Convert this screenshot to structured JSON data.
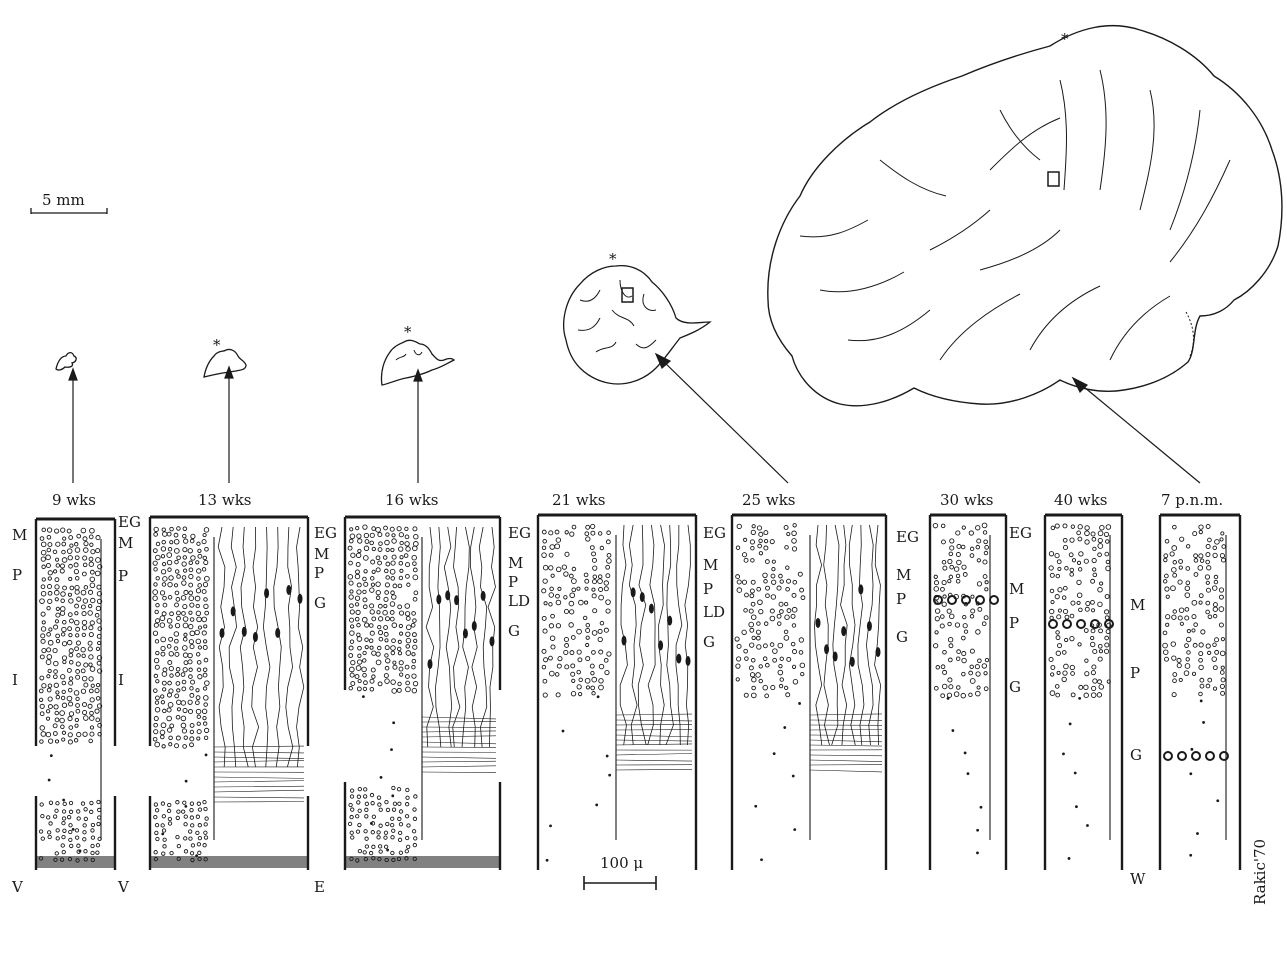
{
  "scale_bars": {
    "top": "5 mm",
    "bottom": "100 μ"
  },
  "signature": "Rakic'70",
  "asterisk": "*",
  "stages": [
    {
      "title": "9 wks",
      "layers": [
        "M",
        "P",
        "I",
        "V"
      ]
    },
    {
      "title": "13 wks",
      "layers": [
        "EG",
        "M",
        "P",
        "I",
        "V"
      ]
    },
    {
      "title": "16 wks",
      "layers": [
        "EG",
        "M",
        "P",
        "G",
        "E"
      ]
    },
    {
      "title": "21 wks",
      "layers": [
        "EG",
        "M",
        "P",
        "LD",
        "G"
      ]
    },
    {
      "title": "25 wks",
      "layers": [
        "EG",
        "M",
        "P",
        "LD",
        "G"
      ]
    },
    {
      "title": "30 wks",
      "layers": [
        "EG",
        "M",
        "P",
        "G"
      ]
    },
    {
      "title": "40 wks",
      "layers": [
        "EG",
        "M",
        "P",
        "G"
      ]
    },
    {
      "title": "7 p.n.m.",
      "layers": [
        "M",
        "P",
        "G",
        "W"
      ]
    }
  ]
}
